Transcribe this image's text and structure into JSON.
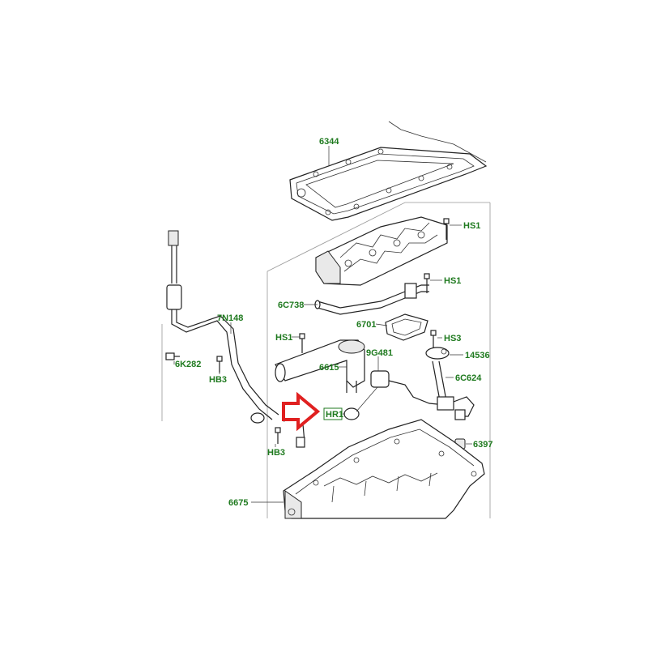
{
  "diagram": {
    "labels": {
      "oil_pan_gasket": "6344",
      "bolt_hs1_top": "HS1",
      "bolt_hs1_mid": "HS1",
      "tube_6c738": "6C738",
      "gasket_6701": "6701",
      "bolt_hs1_left": "HS1",
      "pickup_6615": "6615",
      "sensor_9g481": "9G481",
      "bolt_hs3": "HS3",
      "bracket_14536": "14536",
      "dipstick_6c624": "6C624",
      "oring_hr1": "HR1",
      "dipstick_tube_7n148": "7N148",
      "bolt_6k282": "6K282",
      "bolt_hb3_upper": "HB3",
      "bolt_hb3_lower": "HB3",
      "drain_plug_6397": "6397",
      "oil_pan_6675": "6675"
    },
    "colors": {
      "label_text": "#1f7a1f",
      "highlight_arrow": "#e02020",
      "line_art": "#222222"
    },
    "icons": {
      "highlight": "arrow-right-icon"
    }
  }
}
